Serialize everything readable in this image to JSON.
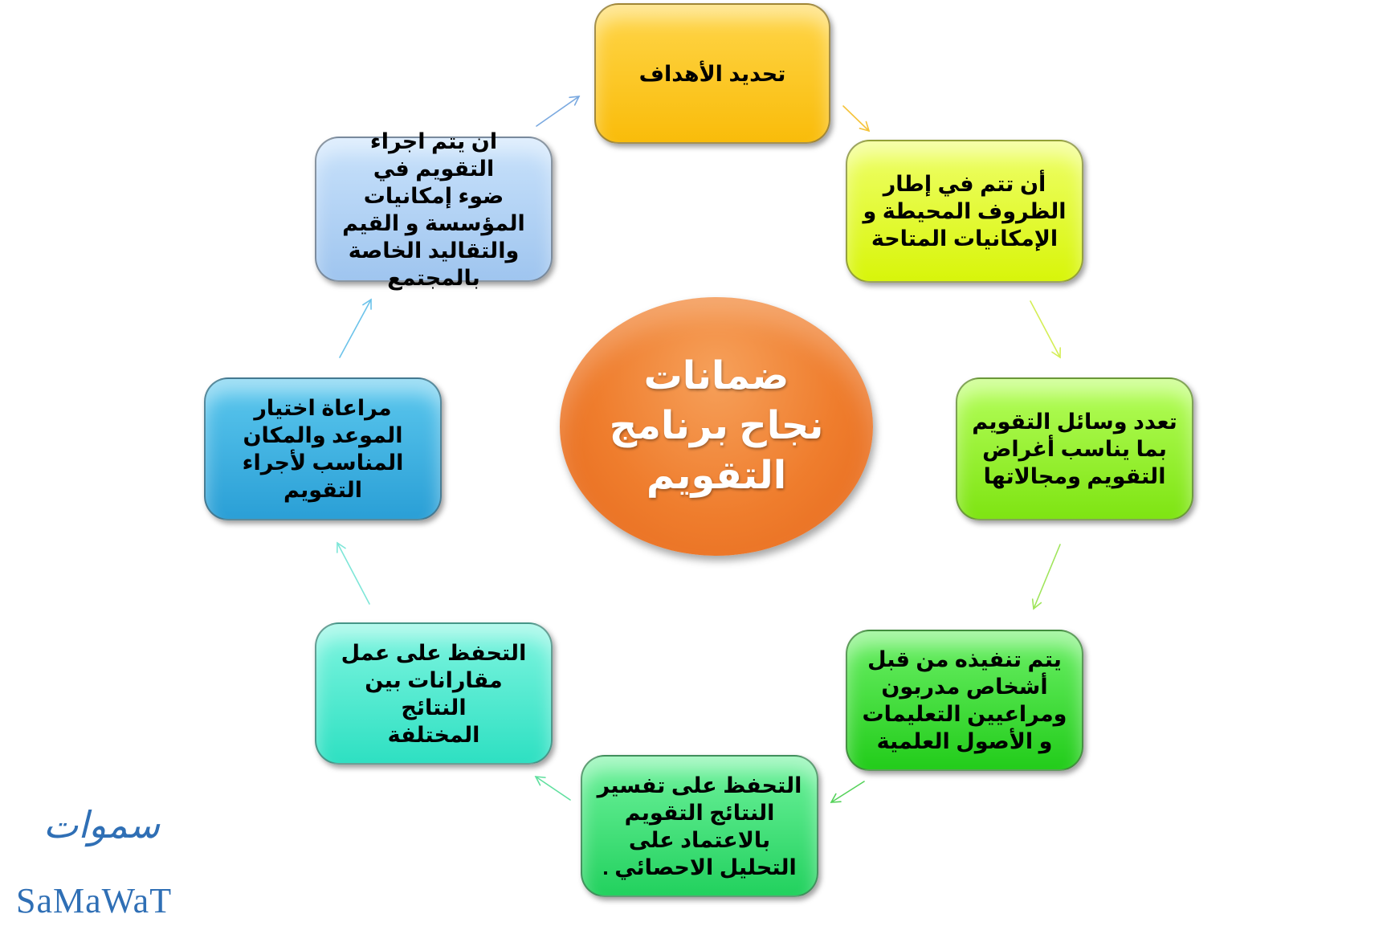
{
  "center": {
    "label": "ضمانات\nنجاح برنامج\nالتقويم",
    "color": "#ef7d2d"
  },
  "nodes": [
    {
      "label": "تحديد الأهداف",
      "color": "#f9bc0a"
    },
    {
      "label": "أن تتم في إطار\nالظروف المحيطة و\nالإمكانيات المتاحة",
      "color": "#d8f50a"
    },
    {
      "label": "تعدد وسائل التقويم\nبما يناسب أغراض\nالتقويم ومجالاتها",
      "color": "#7ee412"
    },
    {
      "label": "يتم تنفيذه من قبل\nأشخاص مدربون\nومراعيين التعليمات\nو الأصول العلمية",
      "color": "#22cc1a"
    },
    {
      "label": "التحفظ على تفسير\nالنتائج التقويم\nبالاعتماد على\nالتحليل الاحصائي .",
      "color": "#22d15e"
    },
    {
      "label": "التحفظ على عمل\nمقارانات بين النتائج\nالمختلفة",
      "color": "#2ee0c2"
    },
    {
      "label": "مراعاة اختيار\nالموعد والمكان\nالمناسب لأجراء\nالتقويم",
      "color": "#2a9fd6"
    },
    {
      "label": "ان يتم اجراء التقويم في\nضوء إمكانيات\nالمؤسسة و القيم\nوالتقاليد الخاصة\nبالمجتمع",
      "color": "#9fc5ef"
    }
  ],
  "arrow_colors": [
    "#f5c33a",
    "#d4ee55",
    "#9fe55a",
    "#55d25a",
    "#5fdf9e",
    "#7ee6d8",
    "#6cc3ea",
    "#7aa9e0"
  ],
  "logo": {
    "script": "سموات",
    "text": "SaMaWaT"
  }
}
